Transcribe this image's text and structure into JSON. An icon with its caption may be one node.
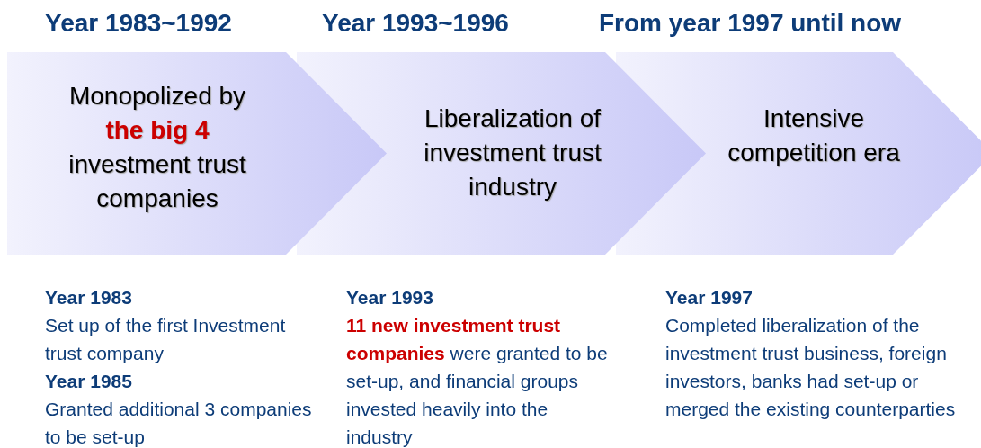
{
  "diagram": {
    "nodes": [
      {
        "text": [
          "Year 1983~1992",
          "Monopolized by **the big 4** investment trust companies"
        ],
        "beside": [
          "Year 1983",
          "Set up of the first Investment trust company",
          "Year 1985",
          "Granted additional 3 companies to be set-up"
        ]
      },
      {
        "text": [
          "Year 1993~1996",
          "Liberalization  of investment trust industry"
        ],
        "beside": [
          "Year 1993",
          "**11 new investment trust companies** were granted to be set-up, and financial groups invested heavily into the industry"
        ]
      },
      {
        "text": [
          "From year 1997 until now",
          "Intensive competition era"
        ],
        "beside": [
          "Year 1997",
          "Completed liberalization of the investment trust business, foreign investors, banks had set-up or merged the existing counterparties"
        ]
      }
    ]
  }
}
